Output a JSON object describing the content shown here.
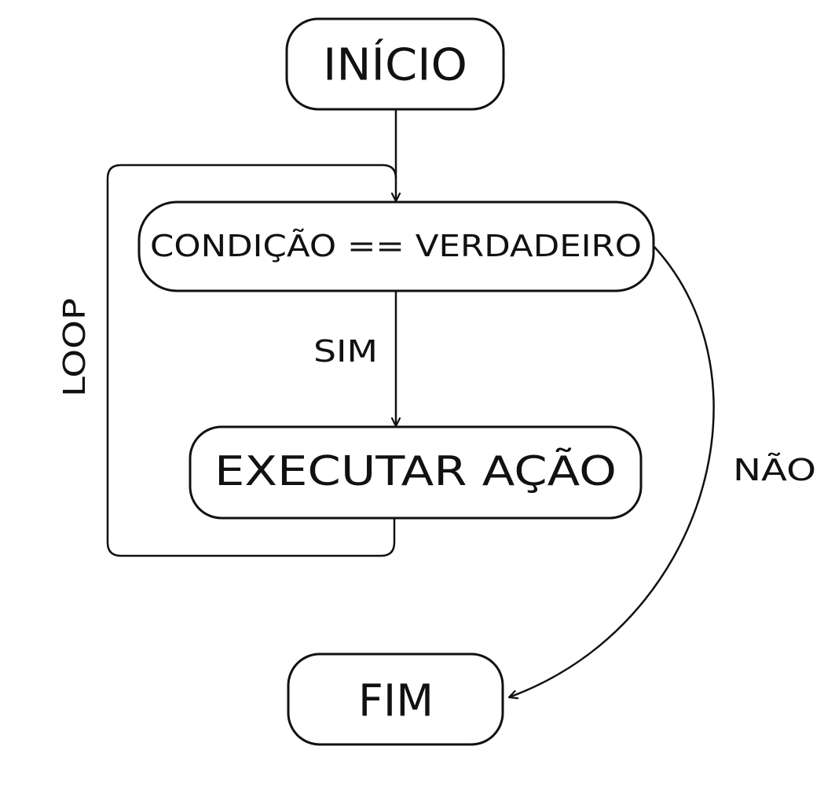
{
  "nodes": {
    "start": {
      "label": "INÍCIO"
    },
    "condition": {
      "label": "CONDIÇÃO == VERDADEIRO"
    },
    "action": {
      "label": "EXECUTAR AÇÃO"
    },
    "end": {
      "label": "FIM"
    }
  },
  "edges": {
    "yes_label": "SIM",
    "no_label": "NÃO",
    "loop_label": "LOOP"
  },
  "colors": {
    "stroke": "#111111",
    "background": "#ffffff"
  }
}
